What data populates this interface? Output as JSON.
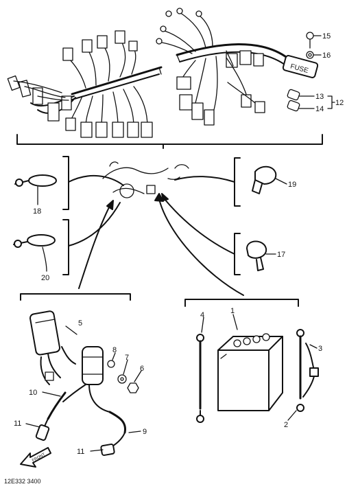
{
  "callouts": {
    "c1": "1",
    "c2": "2",
    "c3": "3",
    "c4": "4",
    "c5": "5",
    "c6": "6",
    "c7": "7",
    "c8": "8",
    "c9": "9",
    "c10": "10",
    "c11a": "11",
    "c11b": "11",
    "c12": "12",
    "c13": "13",
    "c14": "14",
    "c15": "15",
    "c16": "16",
    "c17": "17",
    "c18": "18",
    "c19": "19",
    "c20": "20"
  },
  "fuse_label": "FUSE",
  "front_label": "FRONT",
  "drawing_code": "12E332 3400"
}
